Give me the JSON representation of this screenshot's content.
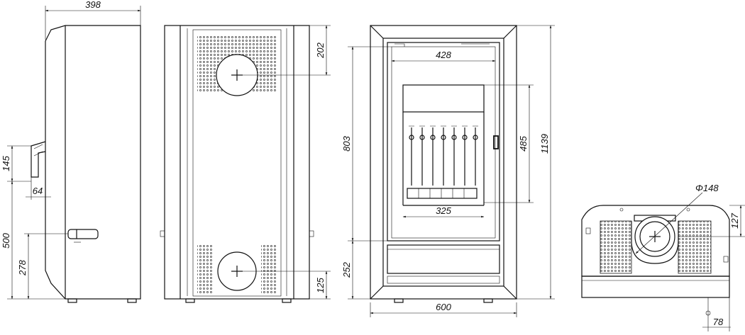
{
  "dimensions": {
    "side_width": "398",
    "side_h145": "145",
    "side_64": "64",
    "side_500": "500",
    "side_278": "278",
    "back_202": "202",
    "back_125": "125",
    "front_428": "428",
    "front_803": "803",
    "front_485": "485",
    "front_1139": "1139",
    "front_325": "325",
    "front_252": "252",
    "front_600": "600",
    "top_diameter": "Φ148",
    "top_127": "127",
    "top_78": "78"
  },
  "colors": {
    "line": "#111111",
    "background": "#ffffff"
  }
}
